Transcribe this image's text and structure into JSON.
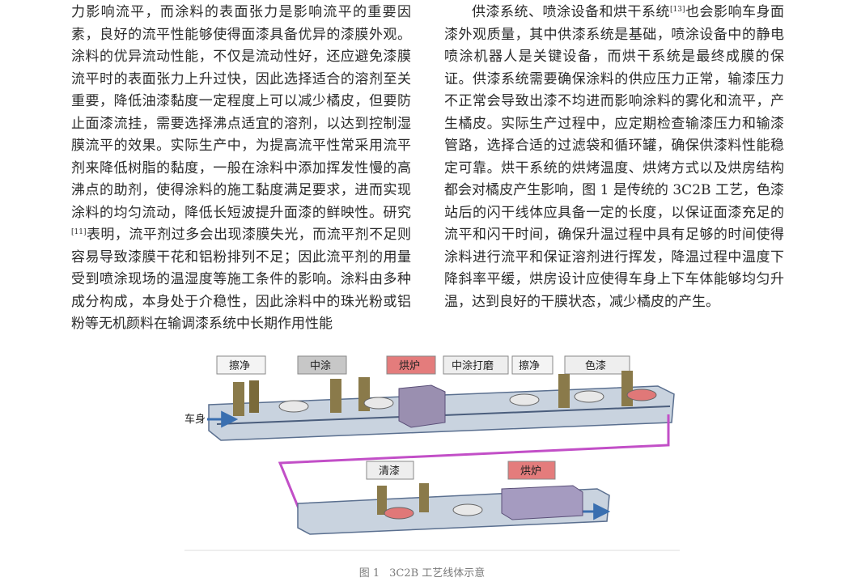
{
  "left_column": {
    "paragraphs": [
      "力影响流平，而涂料的表面张力是影响流平的重要因素，良好的流平性能够使得面漆具备优异的漆膜外观。涂料的优异流动性能，不仅是流动性好，还应避免漆膜流平时的表面张力上升过快，因此选择适合的溶剂至关重要，降低油漆黏度一定程度上可以减少橘皮，但要防止面漆流挂，需要选择沸点适宜的溶剂，以达到控制湿膜流平的效果。实际生产中，为提高流平性常采用流平剂来降低树脂的黏度，一般在涂料中添加挥发性慢的高沸点的助剂，使得涂料的施工黏度满足要求，进而实现涂料的均匀流动，降低长短波提升面漆的鲜映性。研究",
      "表明，流平剂过多会出现漆膜失光，而流平剂不足则容易导致漆膜干花和铝粉排列不足；因此流平剂的用量受到喷涂现场的温湿度等施工条件的影响。涂料由多种成分构成，本身处于介稳性，因此涂料中的珠光粉或铝粉等无机颜料在输调漆系统中长期作用性能"
    ],
    "citation": "[11]"
  },
  "right_column": {
    "text_a": "供漆系统、喷涂设备和烘干系统",
    "citation": "[13]",
    "text_b": "也会影响车身面漆外观质量，其中供漆系统是基础，喷涂设备中的静电喷涂机器人是关键设备，而烘干系统是最终成膜的保证。供漆系统需要确保涂料的供应压力正常，输漆压力不正常会导致出漆不均进而影响涂料的雾化和流平，产生橘皮。实际生产过程中，应定期检查输漆压力和输漆管路，选择合适的过滤袋和循环罐，确保供漆料性能稳定可靠。烘干系统的烘烤温度、烘烤方式以及烘房结构都会对橘皮产生影响，图 1 是传统的 3C2B 工艺，色漆站后的闪干线体应具备一定的长度，以保证面漆充足的流平和闪干时间，确保升温过程中具有足够的时间使得涂料进行流平和保证溶剂进行挥发，降温过程中温度下降斜率平缓，烘房设计应使得车身上下车体能够均匀升温，达到良好的干膜状态，减少橘皮的产生。"
  },
  "figure": {
    "top_labels": [
      "擦净",
      "中涂",
      "烘炉",
      "中涂打磨",
      "擦净",
      "色漆"
    ],
    "bottom_labels": [
      "清漆",
      "烘炉"
    ],
    "entry_label": "车身",
    "caption_number": "图 1",
    "caption_text": "3C2B 工艺线体示意",
    "colors": {
      "rail": "#5a6f8f",
      "connector": "#c24fc7",
      "oven_label": "#e06060",
      "oven_body": "#9a8fb0"
    }
  }
}
